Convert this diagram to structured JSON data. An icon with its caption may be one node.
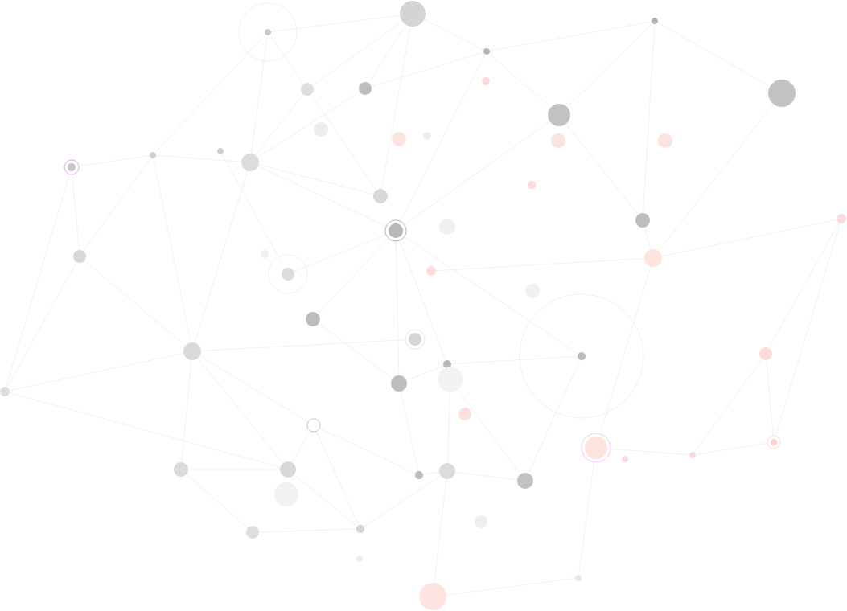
{
  "diagram": {
    "nodes": [
      {
        "text": [],
        "shape": "circle"
      },
      {
        "text": [],
        "shape": "circle"
      },
      {
        "text": [],
        "shape": "circle"
      },
      {
        "text": [],
        "shape": "circle"
      },
      {
        "text": [],
        "shape": "circle"
      },
      {
        "text": [],
        "shape": "circle"
      },
      {
        "text": [],
        "shape": "circle"
      },
      {
        "text": [],
        "shape": "circle"
      },
      {
        "text": [],
        "shape": "circle"
      },
      {
        "text": [],
        "shape": "circle"
      },
      {
        "text": [],
        "shape": "circle"
      },
      {
        "text": [],
        "shape": "circle"
      },
      {
        "text": [],
        "shape": "circle"
      },
      {
        "text": [],
        "shape": "circle"
      },
      {
        "text": [],
        "shape": "circle"
      },
      {
        "text": [],
        "shape": "circle"
      },
      {
        "text": [],
        "shape": "circle"
      },
      {
        "text": [],
        "shape": "circle"
      },
      {
        "text": [],
        "shape": "circle"
      },
      {
        "text": [],
        "shape": "circle"
      },
      {
        "text": [],
        "shape": "circle"
      },
      {
        "text": [],
        "shape": "circle"
      },
      {
        "text": [],
        "shape": "circle"
      },
      {
        "text": [],
        "shape": "circle"
      },
      {
        "text": [],
        "shape": "circle"
      },
      {
        "text": [],
        "shape": "circle"
      },
      {
        "text": [],
        "shape": "circle"
      },
      {
        "text": [],
        "shape": "circle"
      },
      {
        "text": [],
        "shape": "circle"
      },
      {
        "text": [],
        "shape": "circle"
      },
      {
        "text": [],
        "shape": "circle"
      },
      {
        "text": [],
        "shape": "circle"
      },
      {
        "text": [],
        "shape": "circle"
      },
      {
        "text": [],
        "shape": "circle"
      },
      {
        "text": [],
        "shape": "circle"
      },
      {
        "text": [],
        "shape": "circle"
      },
      {
        "text": [],
        "shape": "circle"
      },
      {
        "text": [],
        "shape": "circle"
      },
      {
        "text": [],
        "shape": "circle"
      },
      {
        "text": [],
        "shape": "circle"
      },
      {
        "text": [],
        "shape": "circle"
      },
      {
        "text": [],
        "shape": "circle"
      },
      {
        "text": [],
        "shape": "circle"
      },
      {
        "text": [],
        "shape": "circle"
      },
      {
        "text": [],
        "shape": "circle"
      },
      {
        "text": [],
        "shape": "circle"
      },
      {
        "text": [],
        "shape": "circle"
      },
      {
        "text": [],
        "shape": "circle"
      },
      {
        "text": [],
        "shape": "circle"
      },
      {
        "text": [],
        "shape": "circle"
      },
      {
        "text": [],
        "shape": "circle"
      },
      {
        "text": [],
        "shape": "circle"
      },
      {
        "text": [],
        "shape": "circle"
      },
      {
        "text": [],
        "shape": "circle"
      },
      {
        "text": [],
        "shape": "circle"
      },
      {
        "text": [],
        "shape": "circle"
      },
      {
        "text": [],
        "shape": "circle"
      }
    ],
    "edges": [
      {
        "from": 0,
        "to": 1,
        "arrow": "none"
      },
      {
        "from": 0,
        "to": 5,
        "arrow": "none"
      },
      {
        "from": 0,
        "to": 15,
        "arrow": "none"
      },
      {
        "from": 0,
        "to": 17,
        "arrow": "none"
      },
      {
        "from": 1,
        "to": 2,
        "arrow": "none"
      },
      {
        "from": 1,
        "to": 5,
        "arrow": "none"
      },
      {
        "from": 1,
        "to": 6,
        "arrow": "none"
      },
      {
        "from": 1,
        "to": 18,
        "arrow": "none"
      },
      {
        "from": 2,
        "to": 6,
        "arrow": "none"
      },
      {
        "from": 2,
        "to": 3,
        "arrow": "none"
      },
      {
        "from": 2,
        "to": 20,
        "arrow": "none"
      },
      {
        "from": 2,
        "to": 8,
        "arrow": "none"
      },
      {
        "from": 3,
        "to": 4,
        "arrow": "none"
      },
      {
        "from": 3,
        "to": 8,
        "arrow": "none"
      },
      {
        "from": 3,
        "to": 22,
        "arrow": "none"
      },
      {
        "from": 4,
        "to": 28,
        "arrow": "none"
      },
      {
        "from": 5,
        "to": 17,
        "arrow": "none"
      },
      {
        "from": 5,
        "to": 18,
        "arrow": "none"
      },
      {
        "from": 6,
        "to": 17,
        "arrow": "none"
      },
      {
        "from": 14,
        "to": 15,
        "arrow": "none"
      },
      {
        "from": 14,
        "to": 24,
        "arrow": "none"
      },
      {
        "from": 14,
        "to": 35,
        "arrow": "none"
      },
      {
        "from": 15,
        "to": 17,
        "arrow": "none"
      },
      {
        "from": 15,
        "to": 24,
        "arrow": "none"
      },
      {
        "from": 15,
        "to": 32,
        "arrow": "none"
      },
      {
        "from": 16,
        "to": 26,
        "arrow": "none"
      },
      {
        "from": 17,
        "to": 18,
        "arrow": "none"
      },
      {
        "from": 17,
        "to": 20,
        "arrow": "none"
      },
      {
        "from": 17,
        "to": 32,
        "arrow": "none"
      },
      {
        "from": 20,
        "to": 8,
        "arrow": "none"
      },
      {
        "from": 20,
        "to": 30,
        "arrow": "none"
      },
      {
        "from": 20,
        "to": 36,
        "arrow": "none"
      },
      {
        "from": 20,
        "to": 37,
        "arrow": "none"
      },
      {
        "from": 20,
        "to": 26,
        "arrow": "none"
      },
      {
        "from": 20,
        "to": 33,
        "arrow": "none"
      },
      {
        "from": 22,
        "to": 8,
        "arrow": "none"
      },
      {
        "from": 22,
        "to": 28,
        "arrow": "none"
      },
      {
        "from": 28,
        "to": 23,
        "arrow": "none"
      },
      {
        "from": 28,
        "to": 27,
        "arrow": "none"
      },
      {
        "from": 23,
        "to": 44,
        "arrow": "none"
      },
      {
        "from": 24,
        "to": 32,
        "arrow": "none"
      },
      {
        "from": 35,
        "to": 32,
        "arrow": "none"
      },
      {
        "from": 35,
        "to": 24,
        "arrow": "none"
      },
      {
        "from": 35,
        "to": 46,
        "arrow": "none"
      },
      {
        "from": 32,
        "to": 31,
        "arrow": "none"
      },
      {
        "from": 32,
        "to": 40,
        "arrow": "none"
      },
      {
        "from": 32,
        "to": 46,
        "arrow": "none"
      },
      {
        "from": 32,
        "to": 45,
        "arrow": "none"
      },
      {
        "from": 30,
        "to": 37,
        "arrow": "none"
      },
      {
        "from": 36,
        "to": 33,
        "arrow": "none"
      },
      {
        "from": 36,
        "to": 37,
        "arrow": "none"
      },
      {
        "from": 38,
        "to": 48,
        "arrow": "none"
      },
      {
        "from": 37,
        "to": 47,
        "arrow": "none"
      },
      {
        "from": 38,
        "to": 49,
        "arrow": "none"
      },
      {
        "from": 33,
        "to": 49,
        "arrow": "none"
      },
      {
        "from": 40,
        "to": 46,
        "arrow": "none"
      },
      {
        "from": 40,
        "to": 53,
        "arrow": "none"
      },
      {
        "from": 40,
        "to": 47,
        "arrow": "none"
      },
      {
        "from": 45,
        "to": 46,
        "arrow": "none"
      },
      {
        "from": 45,
        "to": 52,
        "arrow": "none"
      },
      {
        "from": 52,
        "to": 53,
        "arrow": "none"
      },
      {
        "from": 46,
        "to": 53,
        "arrow": "none"
      },
      {
        "from": 47,
        "to": 48,
        "arrow": "none"
      },
      {
        "from": 48,
        "to": 49,
        "arrow": "none"
      },
      {
        "from": 48,
        "to": 55,
        "arrow": "none"
      },
      {
        "from": 53,
        "to": 48,
        "arrow": "none"
      },
      {
        "from": 28,
        "to": 41,
        "arrow": "none"
      },
      {
        "from": 41,
        "to": 56,
        "arrow": "none"
      },
      {
        "from": 56,
        "to": 55,
        "arrow": "none"
      },
      {
        "from": 41,
        "to": 43,
        "arrow": "none"
      },
      {
        "from": 43,
        "to": 44,
        "arrow": "none"
      },
      {
        "from": 34,
        "to": 44,
        "arrow": "none"
      },
      {
        "from": 34,
        "to": 43,
        "arrow": "none"
      },
      {
        "from": 23,
        "to": 34,
        "arrow": "none"
      }
    ]
  }
}
